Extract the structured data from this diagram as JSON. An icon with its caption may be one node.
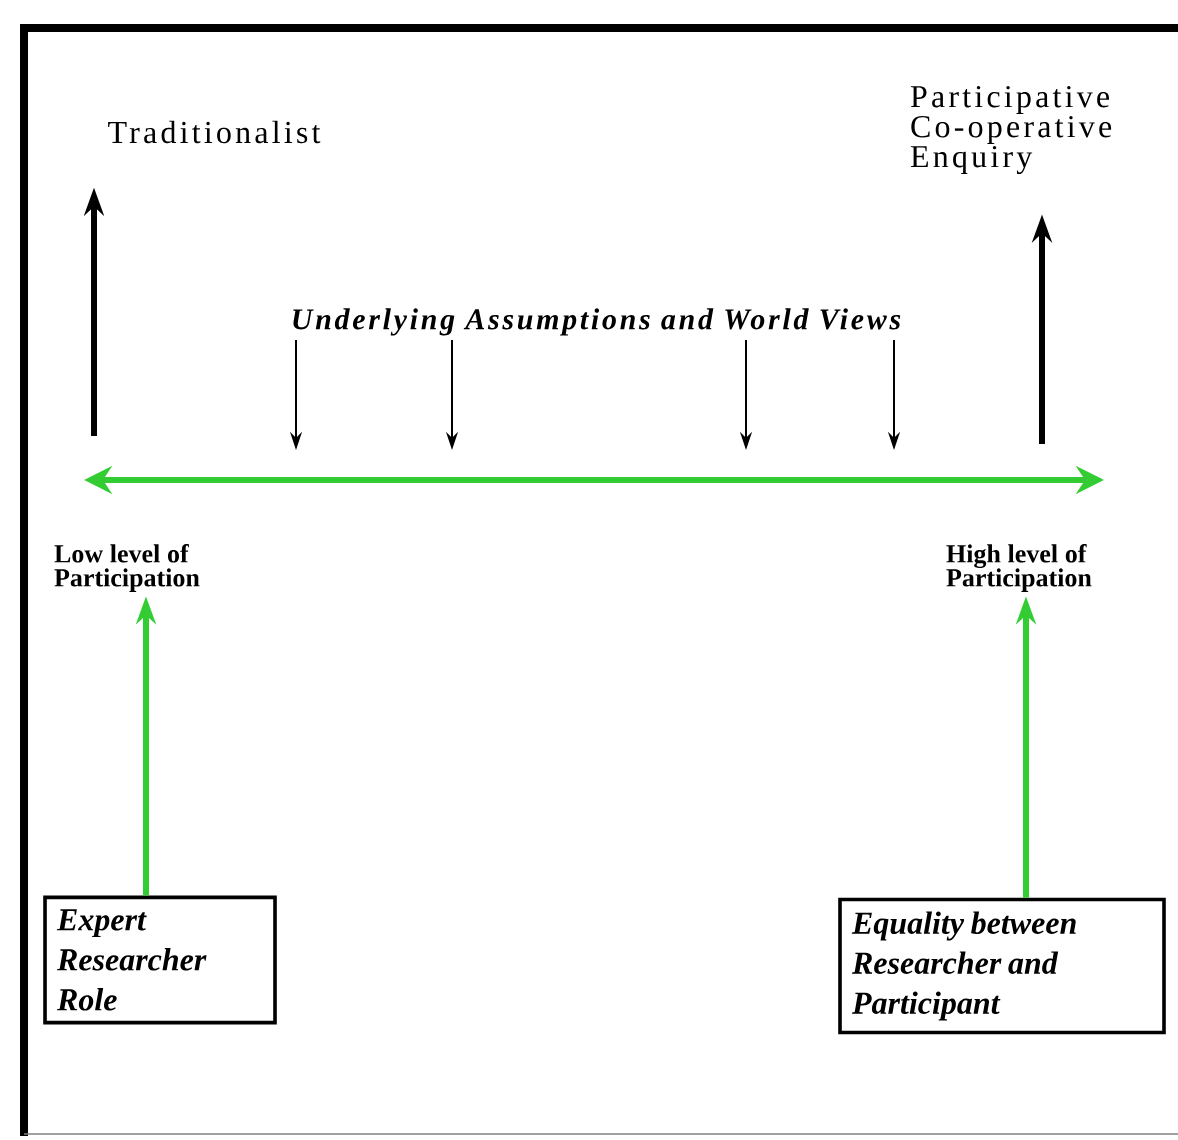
{
  "diagram": {
    "nodes": [
      {
        "text": [
          "Traditionalist"
        ]
      },
      {
        "text": [
          "Participative Co-operative Enquiry"
        ]
      },
      {
        "text": [
          "Low level of Participation"
        ]
      },
      {
        "text": [
          "High level of Participation"
        ]
      },
      {
        "text": [
          "Underlying Assumptions and World Views"
        ]
      },
      {
        "text": [
          "Expert Researcher Role"
        ]
      },
      {
        "text": [
          "Equality between Researcher and Participant"
        ]
      }
    ],
    "edges": [
      {
        "from": null,
        "to": 0,
        "arrow": "to",
        "style": "thick"
      },
      {
        "from": null,
        "to": 1,
        "arrow": "to",
        "style": "thick"
      },
      {
        "from": 4,
        "to": null,
        "arrow": "to"
      },
      {
        "from": 4,
        "to": null,
        "arrow": "to"
      },
      {
        "from": 4,
        "to": null,
        "arrow": "to"
      },
      {
        "from": 4,
        "to": null,
        "arrow": "to"
      },
      {
        "from": 5,
        "to": 2,
        "arrow": "to",
        "style": "thick",
        "color": "#33cc33"
      },
      {
        "from": 6,
        "to": 3,
        "arrow": "to",
        "style": "thick",
        "color": "#33cc33"
      }
    ]
  }
}
